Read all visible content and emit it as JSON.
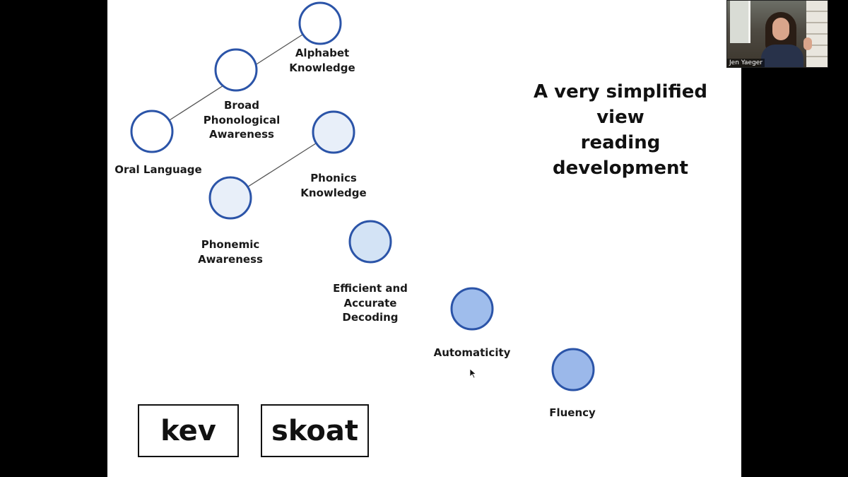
{
  "slide": {
    "title_lines": [
      "A very simplified",
      "view",
      "reading",
      "development"
    ],
    "word_boxes": [
      "kev",
      "skoat"
    ]
  },
  "diagram": {
    "nodes": [
      {
        "id": "alphabet-knowledge",
        "label_lines": [
          "Alphabet",
          "Knowledge"
        ],
        "fill": "#ffffff"
      },
      {
        "id": "broad-phonological-awareness",
        "label_lines": [
          "Broad",
          "Phonological",
          "Awareness"
        ],
        "fill": "#ffffff"
      },
      {
        "id": "oral-language",
        "label_lines": [
          "Oral Language"
        ],
        "fill": "#ffffff"
      },
      {
        "id": "phonics-knowledge",
        "label_lines": [
          "Phonics",
          "Knowledge"
        ],
        "fill": "#e8eff9"
      },
      {
        "id": "phonemic-awareness",
        "label_lines": [
          "Phonemic",
          "Awareness"
        ],
        "fill": "#e8eff9"
      },
      {
        "id": "efficient-accurate-decoding",
        "label_lines": [
          "Efficient and",
          "Accurate",
          "Decoding"
        ],
        "fill": "#d3e3f5"
      },
      {
        "id": "automaticity",
        "label_lines": [
          "Automaticity"
        ],
        "fill": "#9fbdec"
      },
      {
        "id": "fluency",
        "label_lines": [
          "Fluency"
        ],
        "fill": "#9bb8ea"
      }
    ],
    "edges": [
      {
        "from": "alphabet-knowledge",
        "to": "oral-language"
      },
      {
        "from": "phonics-knowledge",
        "to": "phonemic-awareness"
      }
    ],
    "circle_stroke": "#2b54a8",
    "edge_color": "#555555"
  },
  "video": {
    "participant_name": "Jen Yaeger"
  }
}
